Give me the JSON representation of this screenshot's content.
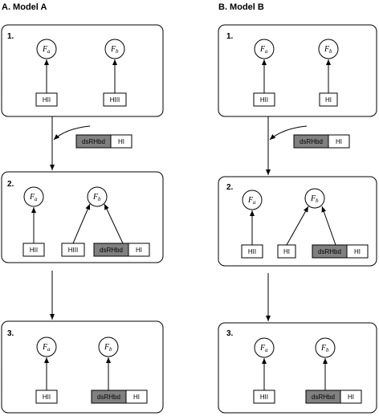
{
  "model_a": {
    "title": "A. Model A",
    "step1": {
      "number": "1.",
      "factor_a": "F",
      "factor_a_sub": "a",
      "factor_b": "F",
      "factor_b_sub": "b",
      "box_left": "HII",
      "box_right": "HIII"
    },
    "incoming": {
      "dark": "dsRHbd",
      "light": "HI"
    },
    "step2": {
      "number": "2.",
      "factor_a": "F",
      "factor_a_sub": "a",
      "factor_b": "F",
      "factor_b_sub": "b",
      "box_left": "HII",
      "box_mid": "HIII",
      "box_dark": "dsRHbd",
      "box_light": "HI"
    },
    "step3": {
      "number": "3.",
      "factor_a": "F",
      "factor_a_sub": "a",
      "factor_b": "F",
      "factor_b_sub": "b",
      "box_left": "HII",
      "box_dark": "dsRHbd",
      "box_light": "HI"
    }
  },
  "model_b": {
    "title": "B. Model B",
    "step1": {
      "number": "1.",
      "factor_a": "F",
      "factor_a_sub": "a",
      "factor_b": "F",
      "factor_b_sub": "b",
      "box_left": "HII",
      "box_right": "HI"
    },
    "incoming": {
      "dark": "dsRHbd",
      "light": "HI"
    },
    "step2": {
      "number": "2.",
      "factor_a": "F",
      "factor_a_sub": "a",
      "factor_b": "F",
      "factor_b_sub": "b",
      "box_left": "HII",
      "box_mid": "HI",
      "box_dark": "dsRHbd",
      "box_light": "HI"
    },
    "step3": {
      "number": "3.",
      "factor_a": "F",
      "factor_a_sub": "a",
      "factor_b": "F",
      "factor_b_sub": "b",
      "box_left": "HII",
      "box_dark": "dsRHbd",
      "box_light": "HI"
    }
  },
  "colors": {
    "dark_box": "#808080",
    "stroke": "#000000",
    "background": "#ffffff"
  }
}
